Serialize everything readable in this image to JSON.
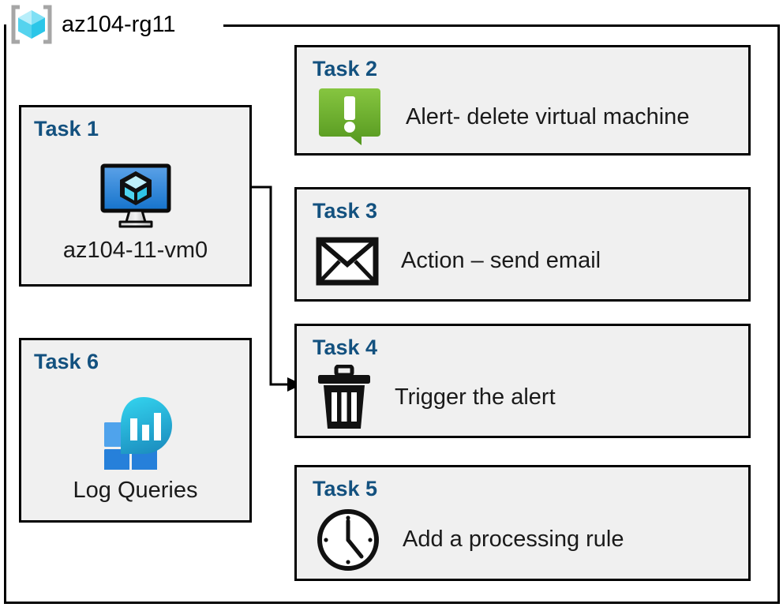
{
  "diagram": {
    "title": "az104-rg11",
    "icon": "azure-resource-group-icon",
    "accent_color": "#13517F",
    "card_fill": "#F0F0F0",
    "border_color": "#000000",
    "background": "#FFFFFF"
  },
  "cards": {
    "task1": {
      "label": "Task 1",
      "text": "az104-11-vm0",
      "icon": "virtual-machine-icon"
    },
    "task2": {
      "label": "Task 2",
      "text": "Alert- delete virtual machine",
      "icon": "alert-exclamation-icon",
      "icon_color": "#76BC21"
    },
    "task3": {
      "label": "Task 3",
      "text": "Action – send email",
      "icon": "envelope-icon"
    },
    "task4": {
      "label": "Task 4",
      "text": "Trigger the alert",
      "icon": "trash-can-icon"
    },
    "task5": {
      "label": "Task 5",
      "text": "Add a processing rule",
      "icon": "clock-icon"
    },
    "task6": {
      "label": "Task 6",
      "text": "Log Queries",
      "icon": "log-analytics-icon"
    }
  },
  "connectors": [
    {
      "name": "vm-to-trigger-alert",
      "from": "task1",
      "to": "task4",
      "arrowhead": "end"
    }
  ]
}
